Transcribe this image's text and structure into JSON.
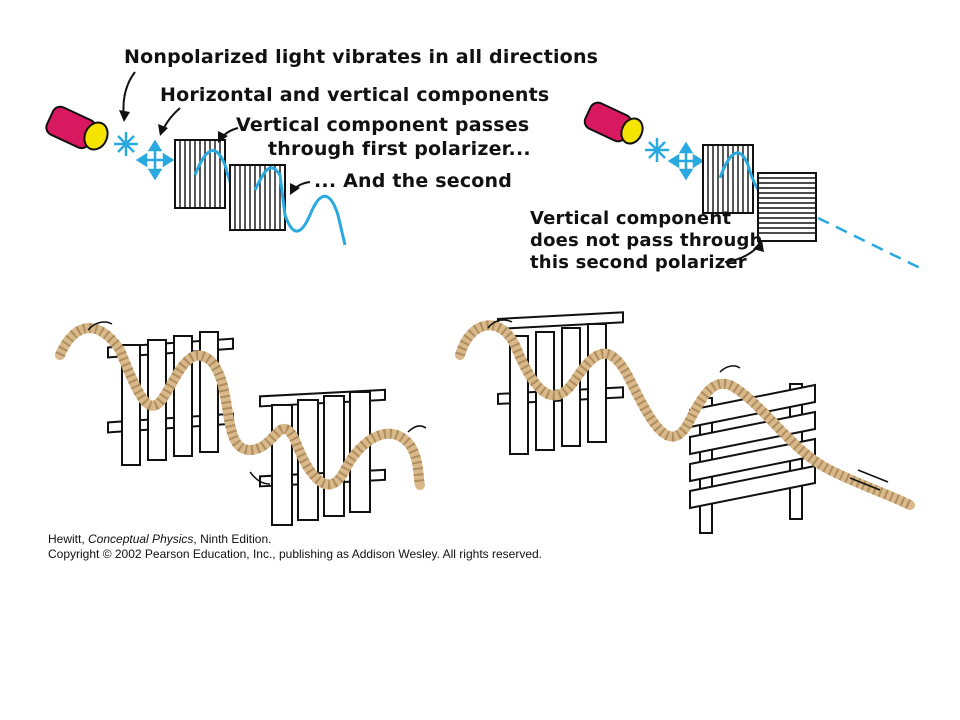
{
  "labels": {
    "nonpolarized": "Nonpolarized light vibrates in all directions",
    "components": "Horizontal and vertical components",
    "vertical_passes_line1": "Vertical component passes",
    "vertical_passes_line2": "through first polarizer...",
    "and_second": "... And the second",
    "not_pass_line1": "Vertical component",
    "not_pass_line2": "does not pass through",
    "not_pass_line3": "this second polarizer"
  },
  "caption": {
    "author": "Hewitt, ",
    "book": "Conceptual Physics",
    "edition": ", Ninth Edition.",
    "copyright": "Copyright © 2002 Pearson Education, Inc., publishing as Addison Wesley.  All rights reserved."
  },
  "colors": {
    "light_wave": "#29a9e0",
    "flashlight_body": "#d8195f",
    "flashlight_lens": "#f5e400",
    "rope": "#d9b98a",
    "ink": "#111111"
  }
}
